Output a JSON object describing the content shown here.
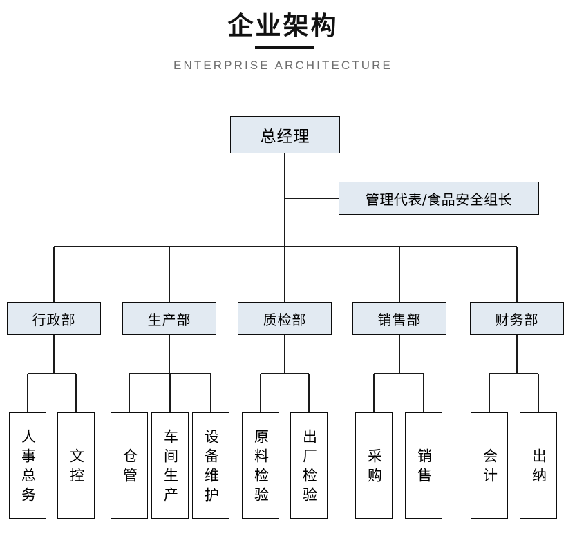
{
  "header": {
    "title_cn": "企业架构",
    "subtitle_en": "ENTERPRISE ARCHITECTURE"
  },
  "theme": {
    "node_fill": "#e2eaf2",
    "node_fill_leaf": "#ffffff",
    "border_color": "#0d0d0d",
    "line_color": "#1a1a1a",
    "title_color": "#111111",
    "subtitle_color": "#6e6e6e",
    "background": "#ffffff"
  },
  "org_chart": {
    "type": "org-tree",
    "root": {
      "label": "总经理",
      "level": "top"
    },
    "staff": {
      "label": "管理代表/食品安全组长",
      "level": "staff",
      "attached_to": "总经理"
    },
    "departments": [
      {
        "label": "行政部",
        "children": [
          {
            "label": "人事总务"
          },
          {
            "label": "文控"
          }
        ]
      },
      {
        "label": "生产部",
        "children": [
          {
            "label": "仓管"
          },
          {
            "label": "车间生产"
          },
          {
            "label": "设备维护"
          }
        ]
      },
      {
        "label": "质检部",
        "children": [
          {
            "label": "原料检验"
          },
          {
            "label": "出厂检验"
          }
        ]
      },
      {
        "label": "销售部",
        "children": [
          {
            "label": "采购"
          },
          {
            "label": "销售"
          }
        ]
      },
      {
        "label": "财务部",
        "children": [
          {
            "label": "会计"
          },
          {
            "label": "出纳"
          }
        ]
      }
    ]
  }
}
